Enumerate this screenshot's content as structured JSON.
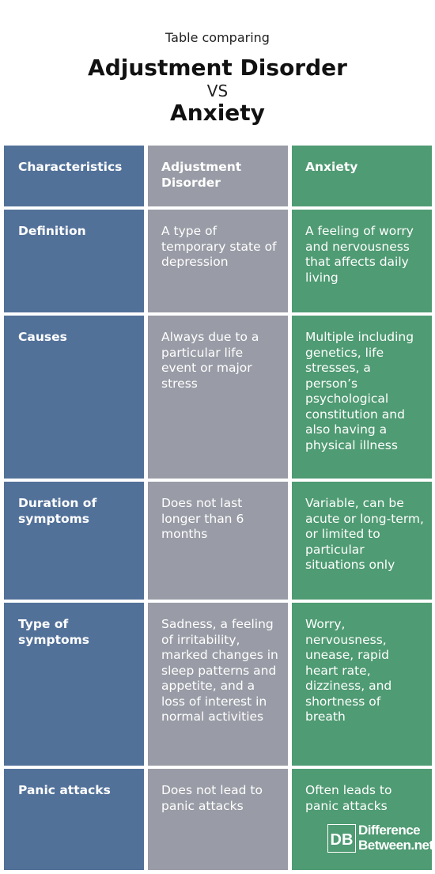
{
  "header": {
    "subtitle": "Table comparing",
    "title_a": "Adjustment Disorder",
    "vs": "VS",
    "title_b": "Anxiety"
  },
  "columns": [
    "Characteristics",
    "Adjustment Disorder",
    "Anxiety"
  ],
  "rows": [
    {
      "characteristic": "Definition",
      "adjustment": "A type of temporary state of depression",
      "anxiety": "A feeling of worry and nervousness that affects daily living"
    },
    {
      "characteristic": "Causes",
      "adjustment": "Always due to a particular life event or major stress",
      "anxiety": "Multiple including genetics, life stresses, a person’s psychological constitution and also having a physical illness"
    },
    {
      "characteristic": "Duration of symptoms",
      "adjustment": "Does not last longer than 6 months",
      "anxiety": "Variable, can be acute or long-term, or limited to particular situations only"
    },
    {
      "characteristic": "Type of symptoms",
      "adjustment": "Sadness, a feeling of irritability, marked changes in sleep patterns and appetite, and a loss of interest in normal activities",
      "anxiety": "Worry, nervousness, unease, rapid heart rate, dizziness, and shortness of breath"
    },
    {
      "characteristic": "Panic attacks",
      "adjustment": "Does not lead to panic attacks",
      "anxiety": "Often leads to panic attacks"
    }
  ],
  "logo": {
    "mark": "DB",
    "line1": "Difference",
    "line2": "Between.net"
  },
  "colors": {
    "col1": "#527199",
    "col2": "#999ca6",
    "col3": "#4f9b73"
  }
}
